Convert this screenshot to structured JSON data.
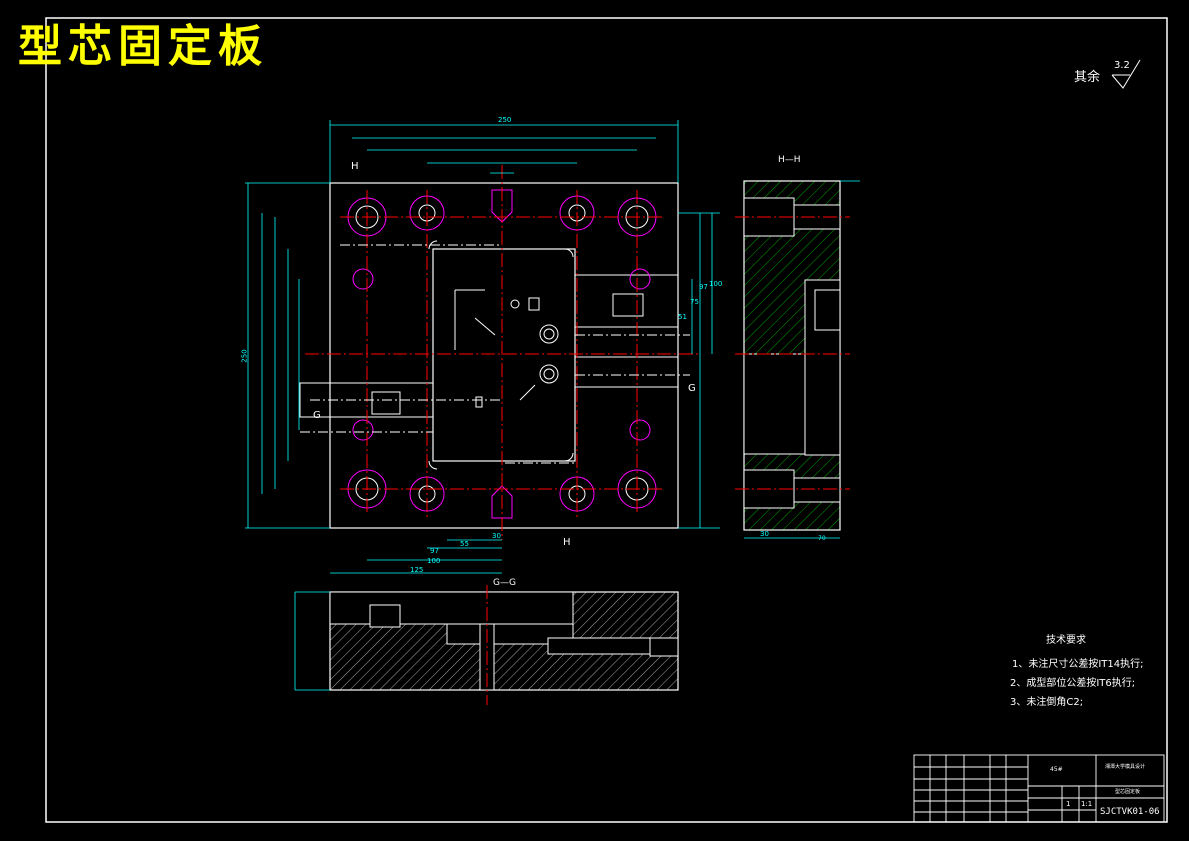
{
  "drawing": {
    "title": "型芯固定板",
    "roughness_prefix": "其余",
    "roughness_value": "3.2",
    "views": {
      "section_hh": "H—H",
      "section_gg": "G—G",
      "cut_h": "H",
      "cut_g": "G"
    },
    "dimensions": {
      "width_total": "250",
      "bottom": [
        "30",
        "55",
        "97",
        "100",
        "125"
      ],
      "side_view_bottom": [
        "30",
        "70"
      ],
      "right_side": [
        "51",
        "75",
        "97",
        "100"
      ],
      "height_left": "250"
    },
    "tech_requirements": {
      "heading": "技术要求",
      "items": [
        "1、未注尺寸公差按IT14执行;",
        "2、成型部位公差按IT6执行;",
        "3、未注倒角C2;"
      ]
    },
    "title_block": {
      "material": "45#",
      "school": "湘潭大学模具设计",
      "part_name": "型芯固定板",
      "scale": "1:1",
      "qty": "1",
      "drawing_no": "SJCTVK01-06"
    }
  }
}
